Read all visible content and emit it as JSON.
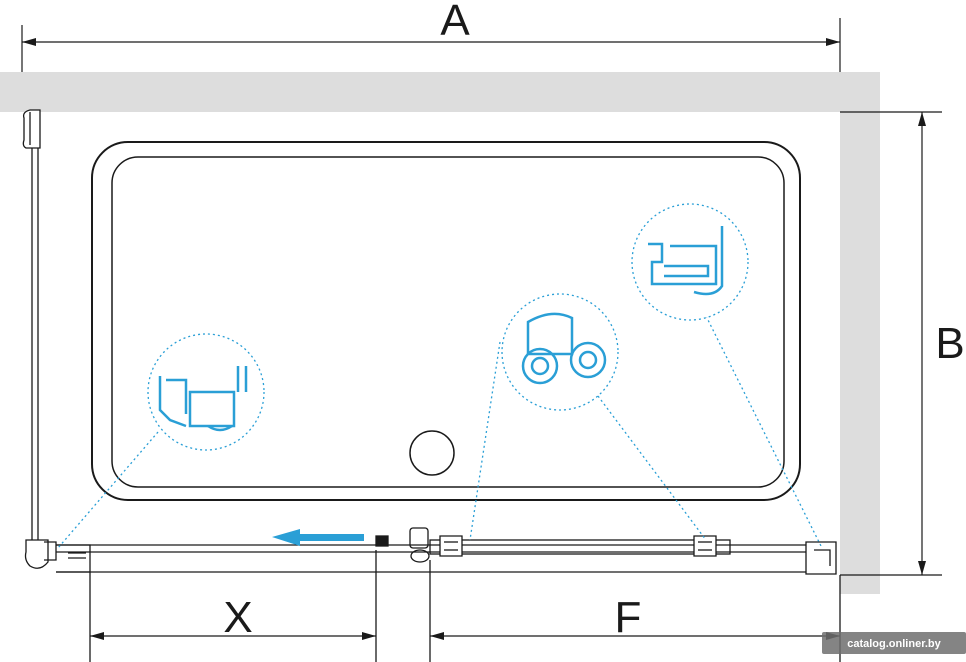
{
  "dimensions": {
    "a_label": "A",
    "b_label": "B",
    "x_label": "X",
    "f_label": "F"
  },
  "watermark": "catalog.onliner.by",
  "colors": {
    "line": "#1a1a1a",
    "wall": "#dddddd",
    "callout": "#2a9fd6",
    "arrow": "#2a9fd6"
  },
  "icons": {
    "direction_arrow": "arrow-left-icon",
    "drain": "drain-circle-icon",
    "detail_left": "profile-detail-icon",
    "detail_rollers": "roller-wheels-icon",
    "detail_right": "magnetic-profile-icon"
  }
}
